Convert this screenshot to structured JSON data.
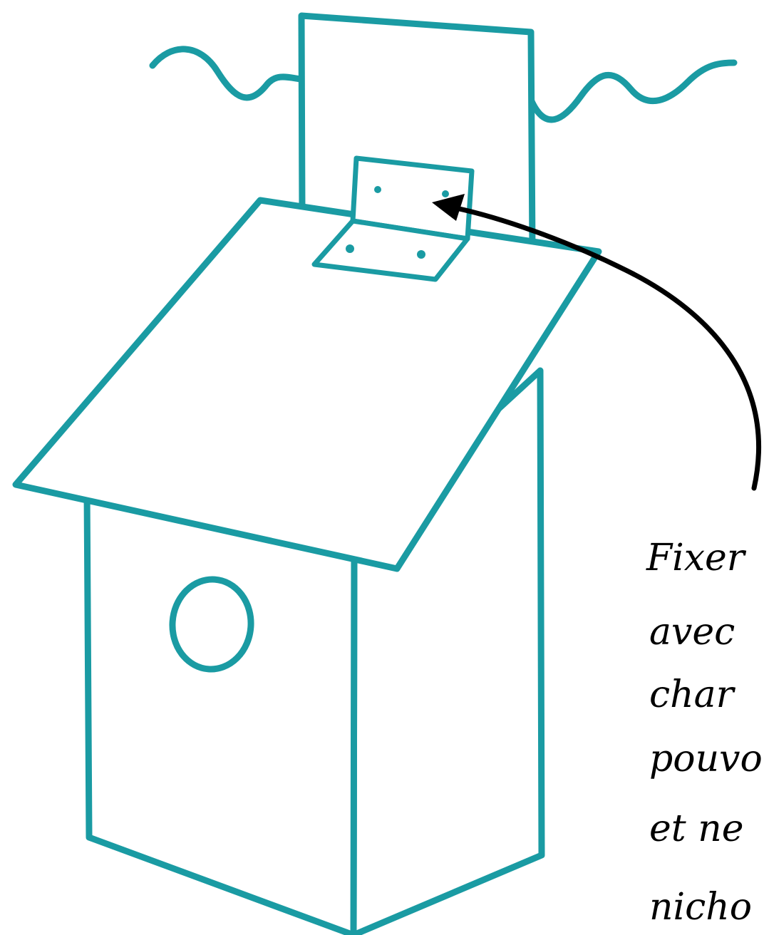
{
  "annotation": {
    "lines": [
      "Fixer",
      "avec",
      "char",
      "pouvo",
      "et ne",
      "nicho"
    ]
  },
  "colors": {
    "drawing": "#1a9ba3",
    "arrow": "#000000",
    "background": "#ffffff"
  }
}
